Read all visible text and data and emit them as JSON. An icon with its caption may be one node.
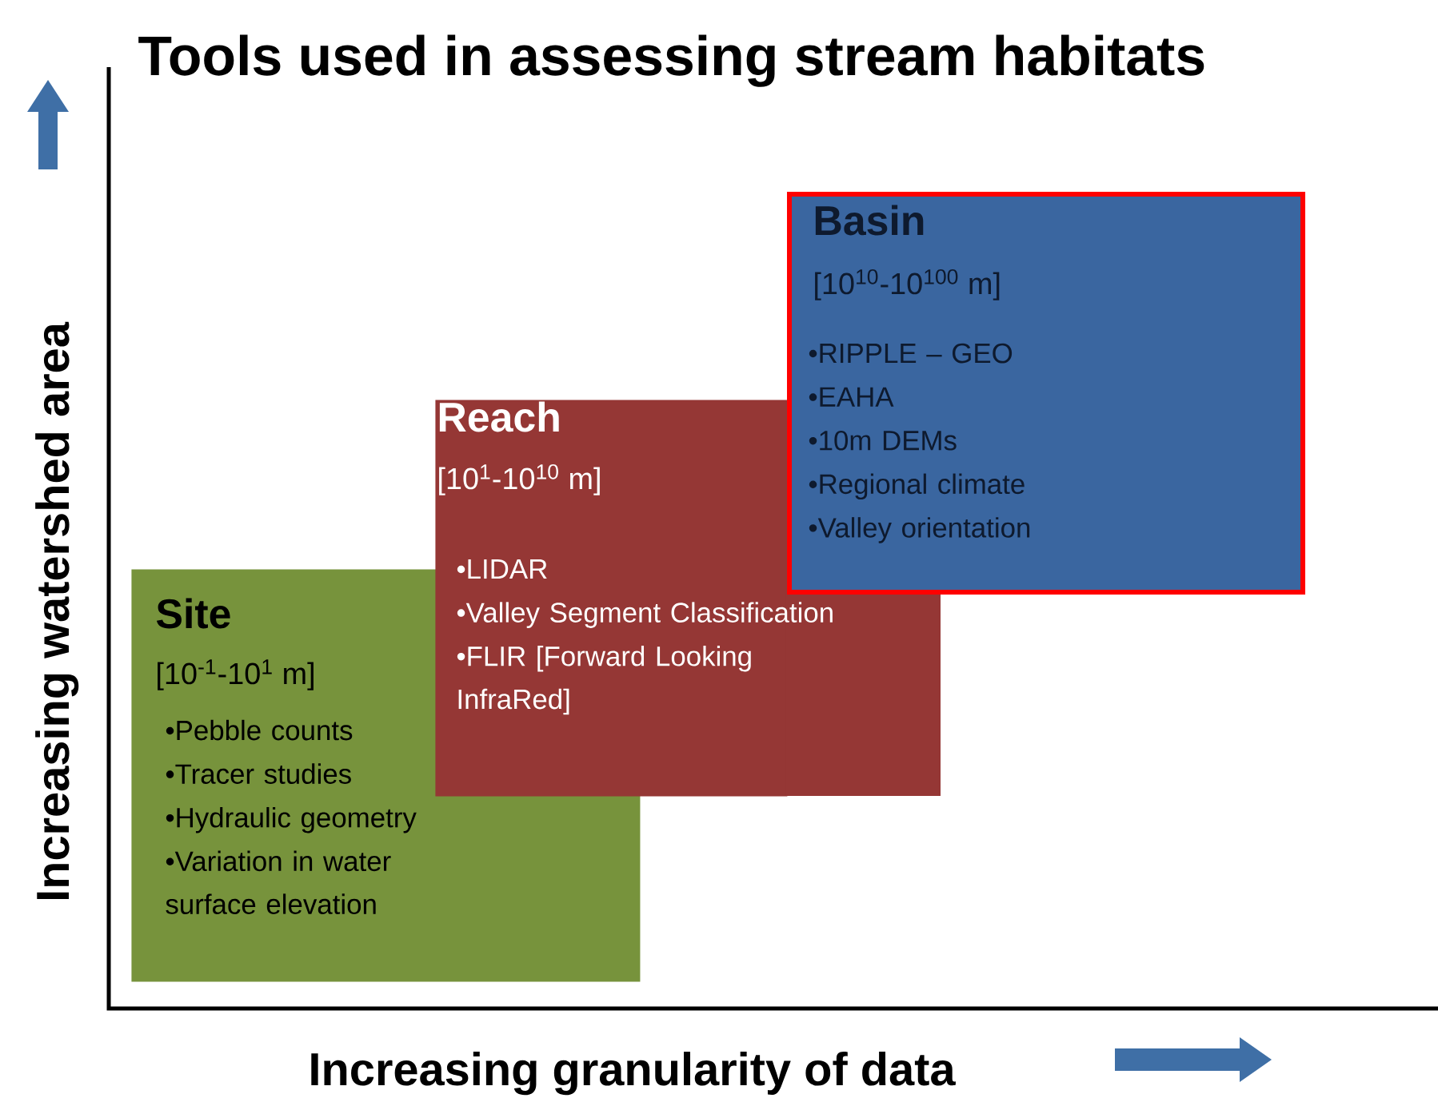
{
  "diagram": {
    "title": "Tools used in assessing stream habitats",
    "nodes": [
      {
        "text": [
          "Site",
          "[10$^{-1}$-10$^{1}$ m]",
          "•Pebble counts",
          "•Tracer studies",
          "•Hydraulic geometry",
          "•Variation in water surface elevation"
        ]
      },
      {
        "text": [
          "Reach",
          "[10$^{1}$-10$^{10}$ m]",
          "•LIDAR",
          "•Valley Segment Classification",
          "•FLIR [Forward Looking InfraRed]"
        ]
      },
      {
        "text": [
          "Basin",
          "[10$^{10}$-10$^{100}$ m]",
          "•RIPPLE – GEO",
          "•EAHA",
          "•10m DEMs",
          "•Regional climate",
          "•Valley orientation"
        ]
      }
    ],
    "labels": [
      "Increasing watershed area",
      "Increasing granularity of data"
    ]
  }
}
